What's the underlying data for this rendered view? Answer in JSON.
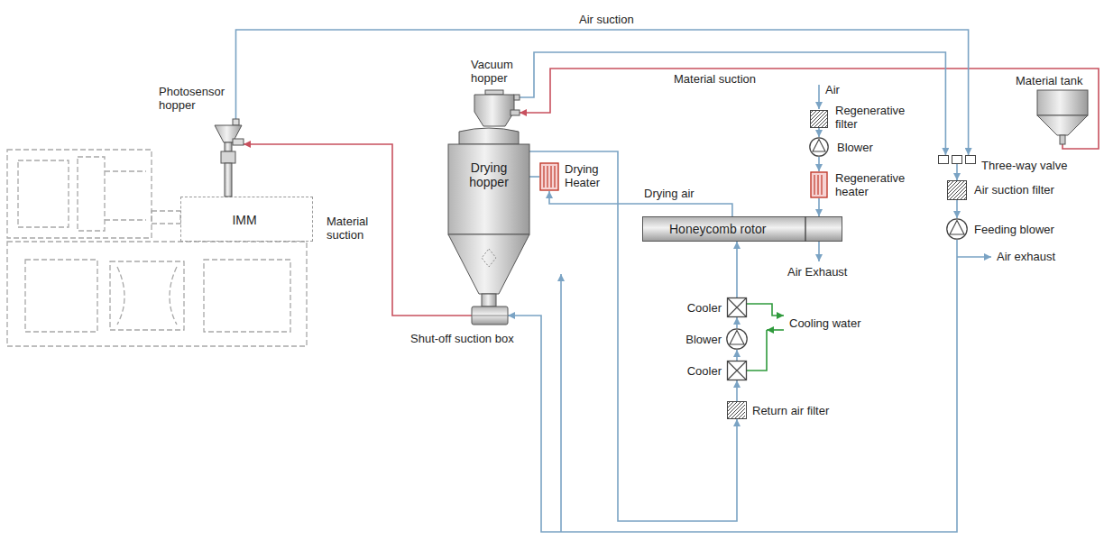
{
  "diagram": {
    "nodes": [
      {
        "text": [
          "IMM"
        ]
      },
      {
        "text": [
          "Photosensor hopper"
        ]
      },
      {
        "text": [
          "Vacuum hopper"
        ]
      },
      {
        "text": [
          "Drying hopper"
        ]
      },
      {
        "text": [
          "Drying Heater"
        ]
      },
      {
        "text": [
          "Shut-off suction box"
        ]
      },
      {
        "text": [
          "Regenerative filter"
        ]
      },
      {
        "text": [
          "Blower"
        ]
      },
      {
        "text": [
          "Regenerative heater"
        ]
      },
      {
        "text": [
          "Honeycomb rotor"
        ]
      },
      {
        "text": [
          "Cooler"
        ]
      },
      {
        "text": [
          "Blower"
        ]
      },
      {
        "text": [
          "Cooler"
        ]
      },
      {
        "text": [
          "Return air filter"
        ]
      },
      {
        "text": [
          "Material tank"
        ]
      },
      {
        "text": [
          "Three-way valve"
        ]
      },
      {
        "text": [
          "Air suction filter"
        ]
      },
      {
        "text": [
          "Feeding blower"
        ]
      }
    ],
    "edges": [
      {
        "from": 14,
        "to": 2,
        "label": "Material suction",
        "arrow": "to"
      },
      {
        "from": 5,
        "to": 1,
        "label": "Material suction",
        "arrow": "to"
      },
      {
        "from": 1,
        "to": 15,
        "label": "Air suction",
        "arrow": "to"
      },
      {
        "from": 2,
        "to": 15,
        "arrow": "to"
      },
      {
        "from": 15,
        "to": 16,
        "arrow": "to"
      },
      {
        "from": 16,
        "to": 17,
        "arrow": "to"
      },
      {
        "from": 17,
        "to": 5,
        "arrow": "to"
      },
      {
        "from": 6,
        "to": 7,
        "arrow": "to"
      },
      {
        "from": 7,
        "to": 8,
        "arrow": "to"
      },
      {
        "from": 8,
        "to": 9,
        "arrow": "to"
      },
      {
        "from": 9,
        "to": 4,
        "label": "Drying air",
        "arrow": "to"
      },
      {
        "from": 4,
        "to": 3,
        "arrow": "none"
      },
      {
        "from": 3,
        "to": 13,
        "arrow": "to"
      },
      {
        "from": 13,
        "to": 12,
        "arrow": "to"
      },
      {
        "from": 12,
        "to": 11,
        "arrow": "to"
      },
      {
        "from": 11,
        "to": 10,
        "arrow": "to"
      },
      {
        "from": 10,
        "to": 9,
        "arrow": "to"
      }
    ],
    "labels": [
      "Air",
      "Air Exhaust",
      "Cooling water",
      "Air exhaust"
    ]
  }
}
